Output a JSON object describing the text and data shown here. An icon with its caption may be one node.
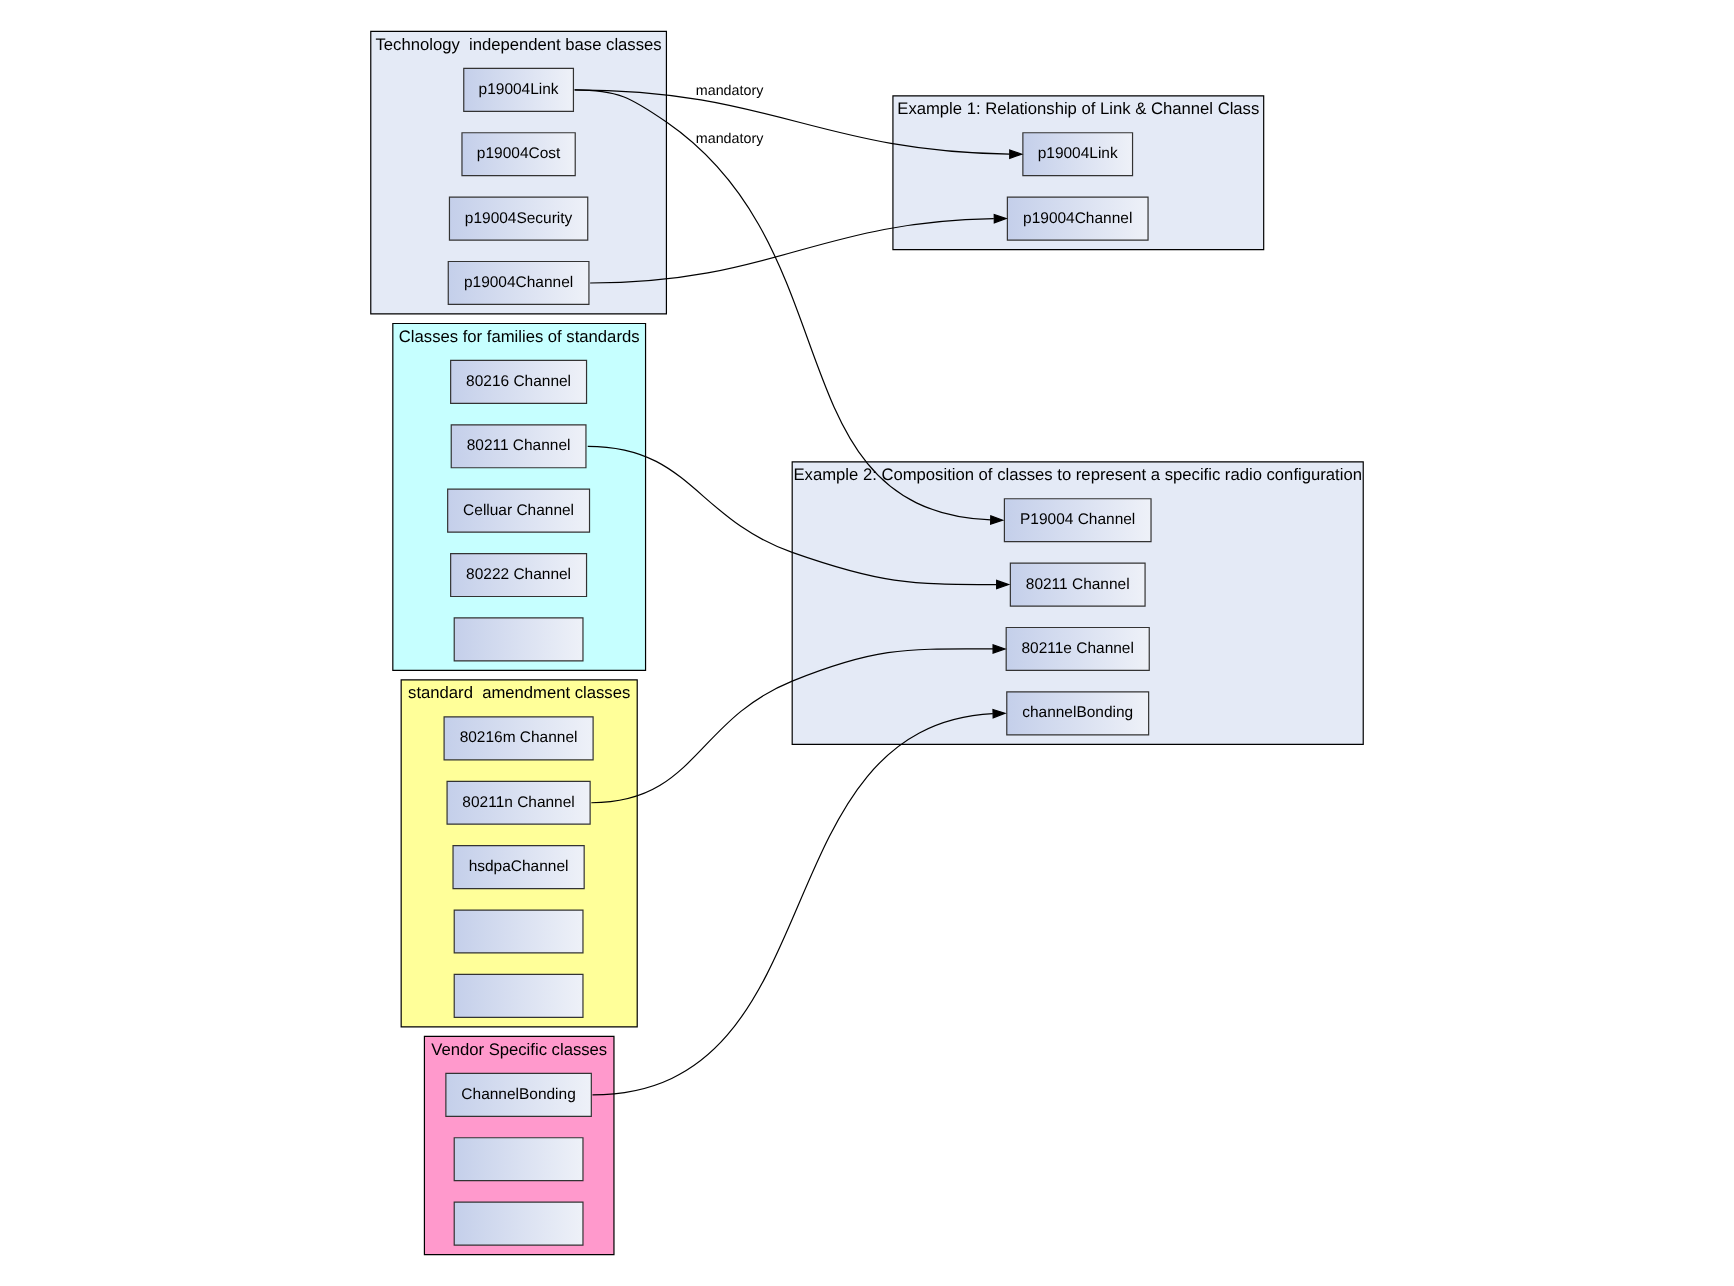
{
  "diagram": {
    "nodes": [
      {
        "text": [
          "Technology  independent base classes"
        ]
      },
      {
        "text": [
          "p19004Link"
        ],
        "in": 0
      },
      {
        "text": [
          "p19004Cost"
        ],
        "in": 0
      },
      {
        "text": [
          "p19004Security"
        ],
        "in": 0
      },
      {
        "text": [
          "p19004Channel"
        ],
        "in": 0
      },
      {
        "text": [
          "Classes for families of standards"
        ]
      },
      {
        "text": [
          "80216 Channel"
        ],
        "in": 5
      },
      {
        "text": [
          "80211 Channel"
        ],
        "in": 5
      },
      {
        "text": [
          "Celluar Channel"
        ],
        "in": 5
      },
      {
        "text": [
          "80222 Channel"
        ],
        "in": 5
      },
      {
        "text": [],
        "shape": "box",
        "in": 5
      },
      {
        "text": [
          "standard  amendment classes"
        ]
      },
      {
        "text": [
          "80216m Channel"
        ],
        "in": 11
      },
      {
        "text": [
          "80211n Channel"
        ],
        "in": 11
      },
      {
        "text": [
          "hsdpaChannel"
        ],
        "in": 11
      },
      {
        "text": [],
        "shape": "box",
        "in": 11
      },
      {
        "text": [],
        "shape": "box",
        "in": 11
      },
      {
        "text": [
          "Vendor Specific classes"
        ]
      },
      {
        "text": [
          "ChannelBonding"
        ],
        "in": 17
      },
      {
        "text": [],
        "shape": "box",
        "in": 17
      },
      {
        "text": [],
        "shape": "box",
        "in": 17
      },
      {
        "text": [
          "Example 1: Relationship of Link & Channel Class"
        ]
      },
      {
        "text": [
          "p19004Link"
        ],
        "in": 21
      },
      {
        "text": [
          "p19004Channel"
        ],
        "in": 21
      },
      {
        "text": [
          "Example 2: Composition of classes to represent a specific radio configuration"
        ]
      },
      {
        "text": [
          "P19004 Channel"
        ],
        "in": 24
      },
      {
        "text": [
          "80211 Channel"
        ],
        "in": 24
      },
      {
        "text": [
          "80211e Channel"
        ],
        "in": 24
      },
      {
        "text": [
          "channelBonding"
        ],
        "in": 24
      }
    ],
    "edges": [
      {
        "from": 1,
        "to": 22,
        "arrow": "to",
        "label": "mandatory"
      },
      {
        "from": 4,
        "to": 23,
        "arrow": "to"
      },
      {
        "from": 1,
        "to": 25,
        "arrow": "to",
        "label": "mandatory"
      },
      {
        "from": 7,
        "to": 26,
        "arrow": "to"
      },
      {
        "from": 13,
        "to": 27,
        "arrow": "to"
      },
      {
        "from": 18,
        "to": 28,
        "arrow": "to"
      }
    ]
  }
}
